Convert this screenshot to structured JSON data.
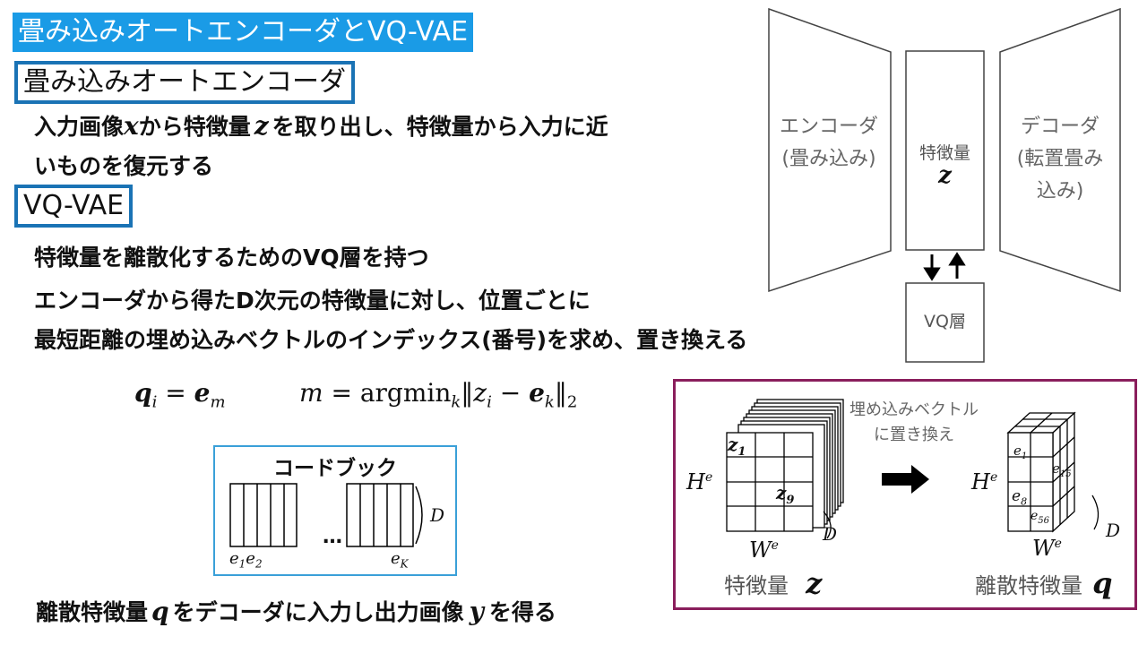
{
  "title": "畳み込みオートエンコーダとVQ-VAE",
  "section1": {
    "heading": "畳み込みオートエンコーダ",
    "line1_a": "入力画像",
    "line1_x": "x",
    "line1_b": "から特徴量",
    "line1_z": "z",
    "line1_c": "を取り出し、特徴量から入力に近",
    "line2": "いものを復元する"
  },
  "section2": {
    "heading": "VQ-VAE",
    "line1": "特徴量を離散化するためのVQ層を持つ",
    "line2": "エンコーダから得たD次元の特徴量に対し、位置ごとに",
    "line3": "最短距離の埋め込みベクトルのインデックス(番号)を求め、置き換える"
  },
  "equation": {
    "lhs": "q",
    "lhs_sub": "i",
    "eq": " = ",
    "rhs": "e",
    "rhs_sub": "m",
    "m": "m",
    "argmin": "argmin",
    "argmin_sub": "k",
    "z": "z",
    "z_sub": "i",
    "minus": " − ",
    "e": "e",
    "e_sub": "k",
    "norm_sub": "2"
  },
  "codebook": {
    "title": "コードブック",
    "dim_label": "D",
    "ellipsis": "…",
    "e1": "e",
    "e1_sub": "1",
    "e2": "e",
    "e2_sub": "2",
    "eK": "e",
    "eK_sub": "K"
  },
  "bottom_text": {
    "a": "離散特徴量",
    "q": "q",
    "b": "をデコーダに入力し出力画像",
    "y": "y",
    "c": "を得る"
  },
  "architecture": {
    "encoder_line1": "エンコーダ",
    "encoder_line2": "(畳み込み)",
    "feature_label": "特徴量",
    "feature_symbol": "z",
    "decoder_line1": "デコーダ",
    "decoder_line2": "(転置畳み",
    "decoder_line3": "込み)",
    "vq_label": "VQ層"
  },
  "vq_illustration": {
    "replace_line1": "埋め込みベクトル",
    "replace_line2": "に置き換え",
    "left": {
      "height": "H",
      "height_sup": "e",
      "width": "W",
      "width_sup": "e",
      "depth": "D",
      "cell_a": "z",
      "cell_a_sub": "1",
      "cell_b": "z",
      "cell_b_sub": "9",
      "label": "特徴量",
      "symbol": "z"
    },
    "right": {
      "height": "H",
      "height_sup": "e",
      "width": "W",
      "width_sup": "e",
      "depth": "D",
      "c1": "e",
      "c1_sub": "1",
      "c15": "e",
      "c15_sub": "15",
      "c8": "e",
      "c8_sub": "8",
      "c56": "e",
      "c56_sub": "56",
      "label": "離散特徴量",
      "symbol": "q"
    }
  },
  "colors": {
    "title_bg": "#1a9be6",
    "heading_border": "#1a73b5",
    "codebook_border": "#3aa0d8",
    "illustration_border": "#8a1e5c"
  }
}
